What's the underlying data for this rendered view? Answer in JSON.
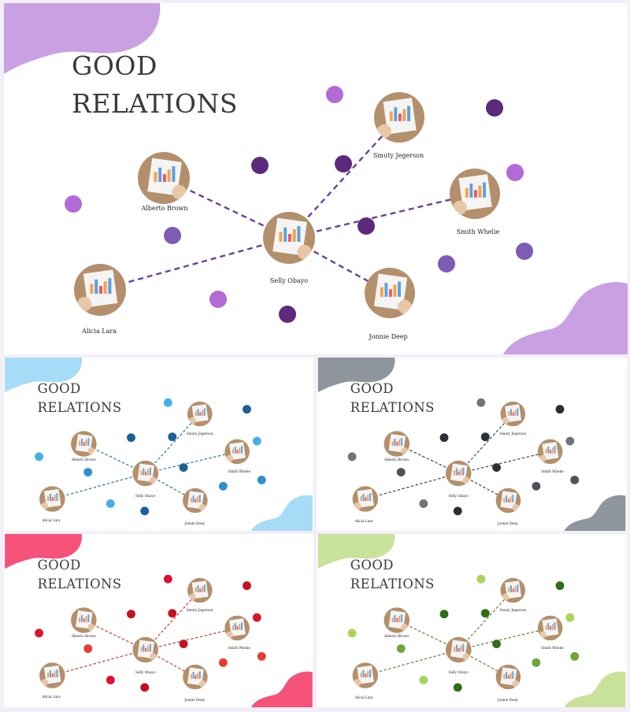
{
  "slides": [
    {
      "id": "main",
      "title_line1": "GOOD",
      "title_line2": "RELATIONS",
      "accent": "#c9a1e2",
      "link_color": "#6b4393",
      "dot_colors": [
        "#b26ad6",
        "#5c2a7c",
        "#7e5bb6"
      ]
    },
    {
      "id": "blue",
      "title_line1": "GOOD",
      "title_line2": "RELATIONS",
      "accent": "#a6dcf5",
      "link_color": "#2b6fa6",
      "dot_colors": [
        "#43b1e8",
        "#1d5f96",
        "#2f8fd0"
      ]
    },
    {
      "id": "gray",
      "title_line1": "GOOD",
      "title_line2": "RELATIONS",
      "accent": "#8f959c",
      "link_color": "#3a4048",
      "dot_colors": [
        "#6d747c",
        "#2a3038",
        "#4c535b"
      ]
    },
    {
      "id": "red",
      "title_line1": "GOOD",
      "title_line2": "RELATIONS",
      "accent": "#f5527a",
      "link_color": "#c93a2c",
      "dot_colors": [
        "#e0102f",
        "#c21220",
        "#ea3b32"
      ]
    },
    {
      "id": "green",
      "title_line1": "GOOD",
      "title_line2": "RELATIONS",
      "accent": "#c9e29a",
      "link_color": "#6c7a2c",
      "dot_colors": [
        "#a8d45a",
        "#2f6d18",
        "#6ea63a"
      ]
    }
  ],
  "people": [
    {
      "name": "Selly Obayo",
      "role": "center"
    },
    {
      "name": "Smuty Jegerson",
      "role": "node"
    },
    {
      "name": "Alberto Brown",
      "role": "node"
    },
    {
      "name": "Smith Whelie",
      "role": "node"
    },
    {
      "name": "Jonnie Deep",
      "role": "node"
    },
    {
      "name": "Alicia Lara",
      "role": "node"
    }
  ],
  "photo_colors": {
    "wood": "#b38f6b",
    "paper": "#f4f4f2",
    "bar1": "#f6a24a",
    "bar2": "#5a9fe0",
    "bar3": "#e85a6a",
    "skin": "#e8c6a8"
  }
}
